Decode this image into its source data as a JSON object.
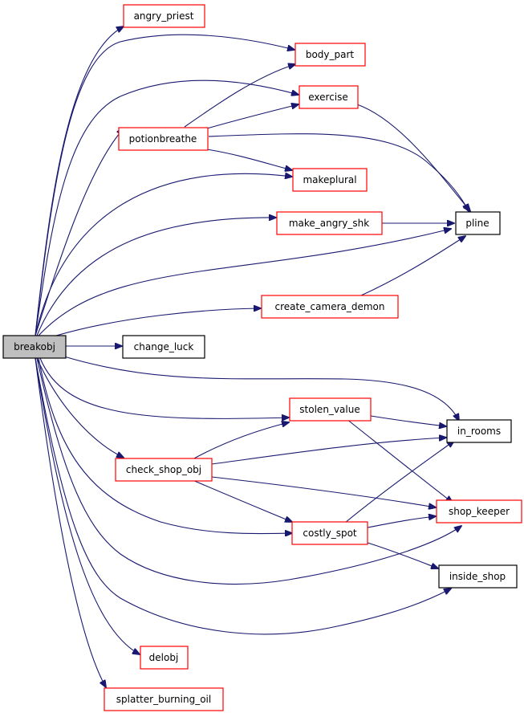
{
  "colors": {
    "edge": "#191970",
    "border_red": "#ff0000",
    "border_black": "#000000",
    "root_fill": "#bfbfbf"
  },
  "nodes": {
    "breakobj": "breakobj",
    "angry_priest": "angry_priest",
    "body_part": "body_part",
    "exercise": "exercise",
    "potionbreathe": "potionbreathe",
    "makeplural": "makeplural",
    "make_angry_shk": "make_angry_shk",
    "pline": "pline",
    "create_camera_demon": "create_camera_demon",
    "change_luck": "change_luck",
    "stolen_value": "stolen_value",
    "in_rooms": "in_rooms",
    "check_shop_obj": "check_shop_obj",
    "shop_keeper": "shop_keeper",
    "costly_spot": "costly_spot",
    "inside_shop": "inside_shop",
    "delobj": "delobj",
    "splatter_burning_oil": "splatter_burning_oil"
  }
}
